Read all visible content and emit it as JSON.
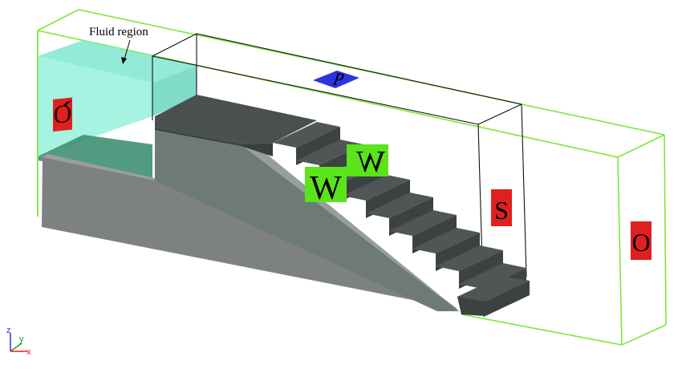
{
  "annotation": {
    "fluid_region": "Fluid region"
  },
  "boundaries": {
    "inlet": {
      "label": "Q",
      "color": "#e02020"
    },
    "top": {
      "label": "P",
      "color": "#2a35e0"
    },
    "wall_far": {
      "label": "W",
      "color": "#5be31c"
    },
    "wall_near": {
      "label": "W",
      "color": "#5be31c"
    },
    "sub_outlet": {
      "label": "S",
      "color": "#e02020"
    },
    "outlet": {
      "label": "O",
      "color": "#e02020"
    }
  },
  "axes": {
    "z": "z",
    "y": "y",
    "x": "x"
  },
  "colors": {
    "domain_edge": "#7de83a",
    "fluid_fill": "#7fe7cf",
    "fluid_dark": "#3f8f73",
    "slope": "#6e7a77",
    "steps_dark": "#3c4241",
    "steps_top": "#4f5655",
    "base_block": "#808483"
  }
}
